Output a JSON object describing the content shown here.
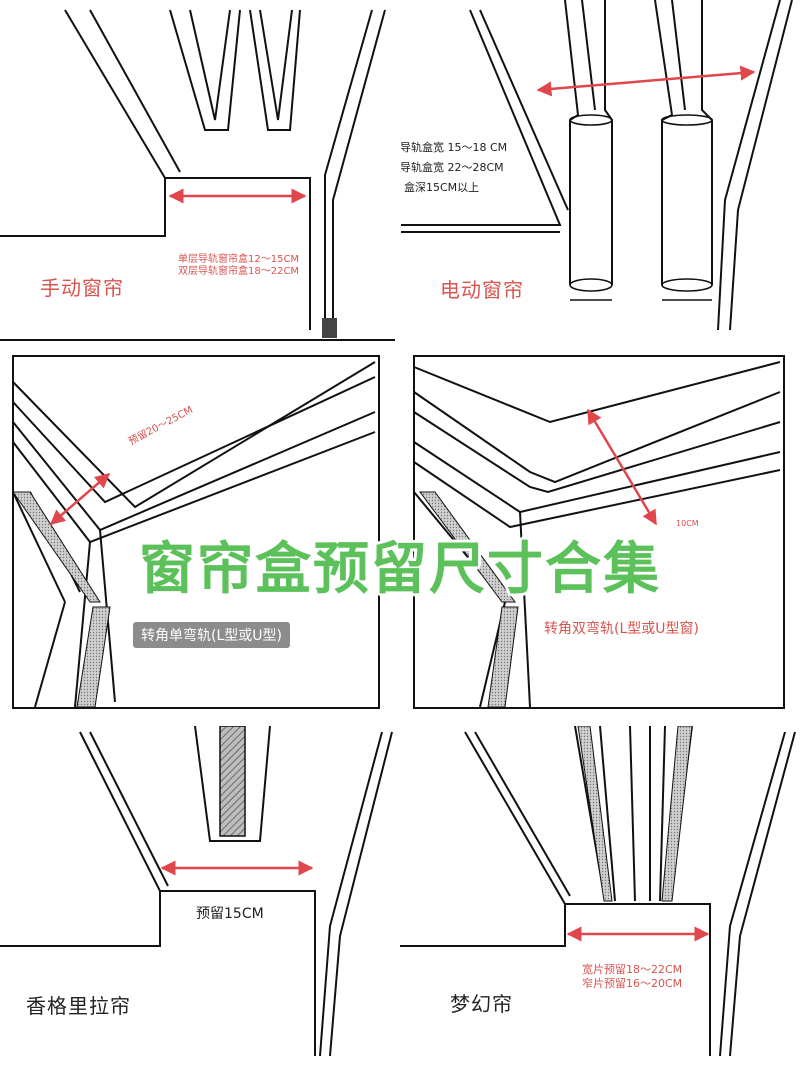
{
  "title": "窗帘盒预留尺寸合集",
  "colors": {
    "title_green": "#5cc15a",
    "annotation_red": "#d9534f",
    "line": "#111111",
    "tag_gray": "#8c8c8c"
  },
  "panels": {
    "manual": {
      "name": "手动窗帘",
      "dims": [
        "单层导轨窗帘盒12～15CM",
        "双层导轨窗帘盒18～22CM"
      ]
    },
    "electric": {
      "name": "电动窗帘",
      "dims": [
        "导轨盒宽 15～18 CM",
        "导轨盒宽 22～28CM",
        "盒深15CM以上"
      ]
    },
    "corner_single": {
      "name": "转角单弯轨(L型或U型)",
      "dim": "预留20～25CM"
    },
    "corner_double": {
      "name": "转角双弯轨(L型或U型窗)",
      "dim": "10CM"
    },
    "shangri_la": {
      "name": "香格里拉帘",
      "dim": "预留15CM"
    },
    "dream": {
      "name": "梦幻帘",
      "dims": [
        "宽片预留18～22CM",
        "窄片预留16～20CM"
      ]
    }
  }
}
